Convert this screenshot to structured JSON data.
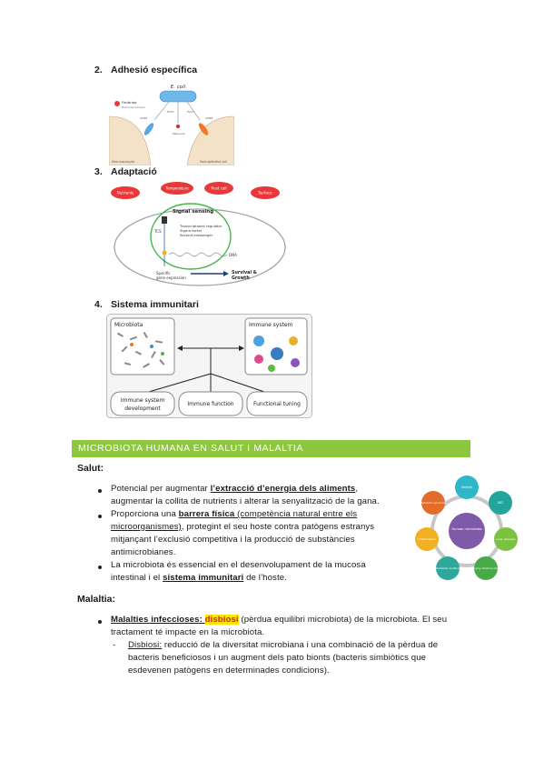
{
  "sections": [
    {
      "num": "2.",
      "title": "Adhesió específica"
    },
    {
      "num": "3.",
      "title": "Adaptació"
    },
    {
      "num": "4.",
      "title": "Sistema immunitari"
    }
  ],
  "fig_adhesion": {
    "ecoli": "E. coli",
    "legend": "Fimbriae",
    "legend_sub": "Bacterial adhesin",
    "left_cell": "Host macrocyte",
    "right_cell": "Host epithelial cell",
    "labels": [
      "CD48",
      "FimH",
      "Mannose",
      "FimH",
      "CD48"
    ]
  },
  "fig_adaptation": {
    "signals": [
      "Nutrients",
      "Temperature",
      "Host cell",
      "Surface"
    ],
    "signal_sensing": "Signal sensing",
    "tcs": "TCS",
    "regulators": [
      "Transcriptional regulator",
      "Sigma factor",
      "Second messenger"
    ],
    "dna": "DNA",
    "specific": "Specific",
    "gene_expression": "gene expression",
    "survival": "Survival &",
    "growth": "Growth"
  },
  "fig_immune": {
    "microbiota": "Microbiota",
    "immune_system": "Immune system",
    "development_1": "Immune system",
    "development_2": "development",
    "function": "Immune function",
    "tuning": "Functional tuning"
  },
  "banner": "MICROBIOTA HUMANA EN SALUT I MALALTIA",
  "salut": {
    "heading": "Salut",
    "bullet1": {
      "pre": "Potencial per augmentar ",
      "bold": "l’extracció d’energia dels aliments",
      "post1": ",",
      "line2": "augmentar la collita de nutrients i alterar la senyalització de la gana."
    },
    "bullet2": {
      "pre": "Proporciona una ",
      "bold": "barrera física",
      "ul1": " (competència natural entre els",
      "ul2": "microorganismes)",
      "post": ", protegint el seu hoste contra patògens estranys",
      "line3": "mitjançant l’exclusió competitiva i la producció de substàncies",
      "line4": "antimicrobianes."
    },
    "bullet3": {
      "line1": "La microbiota és essencial en el desenvolupament de la mucosa",
      "pre2": "intestinal i el ",
      "bold": "sistema immunitari",
      "post2": " de l’hoste."
    }
  },
  "wheel": {
    "center": "Human microbiota",
    "nodes": [
      "Obesity",
      "IBD",
      "Liver diseases",
      "Emerging infectious disease",
      "Diabetes mellitus",
      "Inflammation",
      "Metabolic syndrome"
    ]
  },
  "malaltia": {
    "heading": "Malaltia",
    "bullet1": {
      "bold": "Malalties infeccioses",
      "sep": ": ",
      "hl": "disbiosi",
      "post": " (pèrdua equilibri microbiota) de la microbiota. El seu",
      "line2": "tractament té impacte en la microbiota."
    },
    "dash": "-",
    "sub1": {
      "ul": "Disbiosi:",
      "post": " reducció de la diversitat microbiana i una combinació de la pèrdua de",
      "line2": "bacteris beneficiosos i un augment dels pato bionts (bacteris simbiòtics que",
      "line3": "esdevenen patògens en determinades condicions)."
    }
  }
}
